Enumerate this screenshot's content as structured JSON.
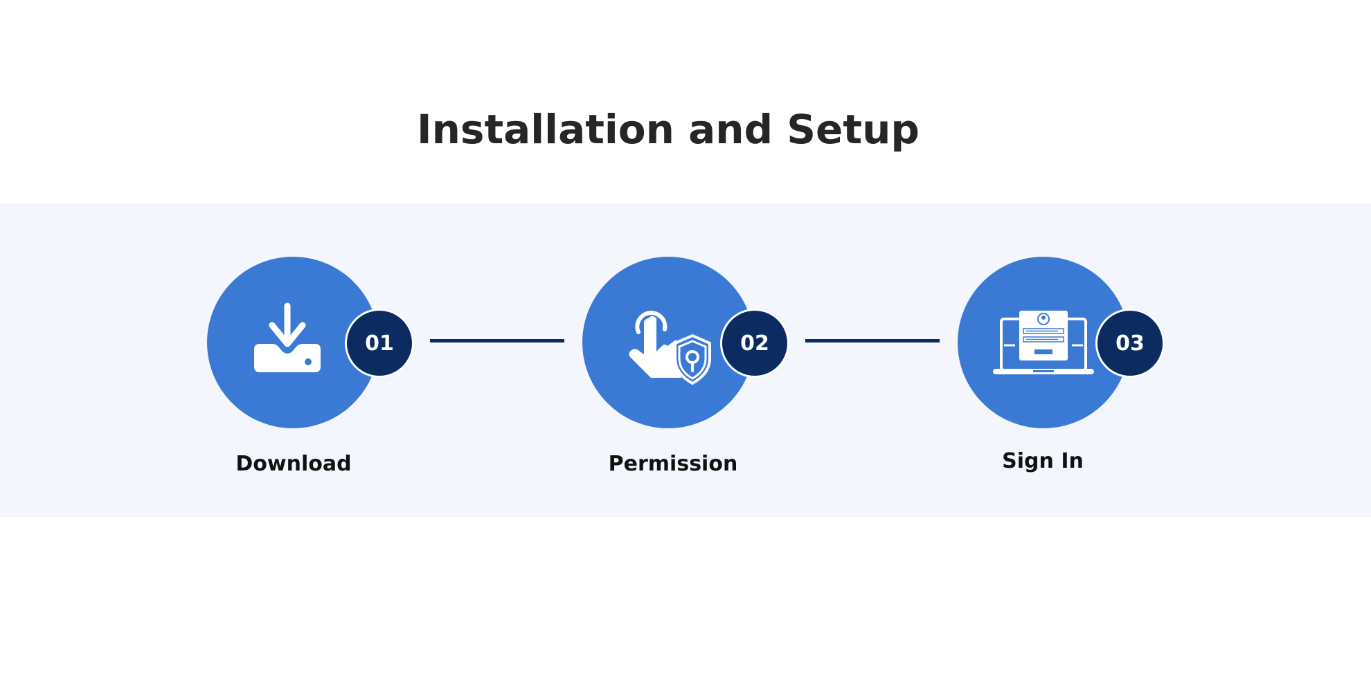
{
  "title": "Installation and Setup",
  "colors": {
    "background": "#ffffff",
    "band": "#f3f6fc",
    "circle": "#3b7ad4",
    "badge": "#0b2b61",
    "title": "#262626",
    "label": "#111111"
  },
  "steps": [
    {
      "number": "01",
      "label": "Download",
      "icon": "download-icon"
    },
    {
      "number": "02",
      "label": "Permission",
      "icon": "touch-permission-shield-icon"
    },
    {
      "number": "03",
      "label": "Sign In",
      "icon": "laptop-login-icon"
    }
  ]
}
